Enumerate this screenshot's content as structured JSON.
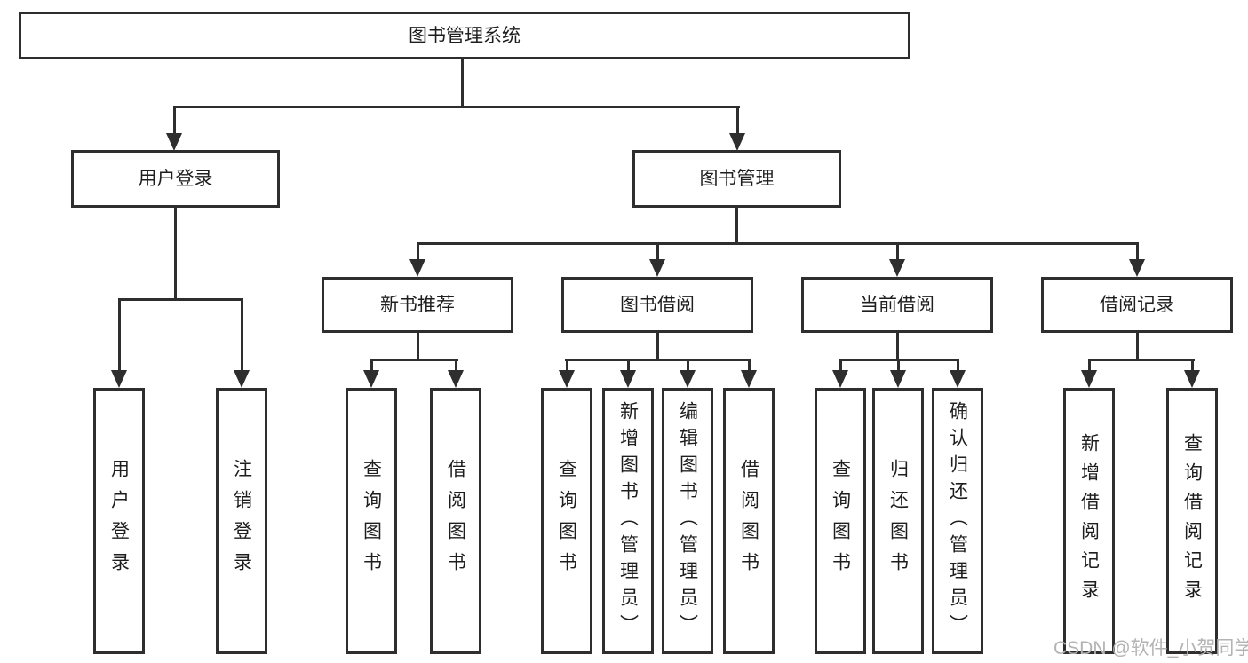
{
  "diagram": {
    "root": {
      "label": "图书管理系统"
    },
    "level2": [
      {
        "label": "用户登录"
      },
      {
        "label": "图书管理"
      }
    ],
    "level3": [
      {
        "label": "新书推荐"
      },
      {
        "label": "图书借阅"
      },
      {
        "label": "当前借阅"
      },
      {
        "label": "借阅记录"
      }
    ],
    "leaves": {
      "login": [
        {
          "label": "用户登录"
        },
        {
          "label": "注销登录"
        }
      ],
      "recommend": [
        {
          "label": "查询图书"
        },
        {
          "label": "借阅图书"
        }
      ],
      "borrow": [
        {
          "label": "查询图书"
        },
        {
          "label": "新增图书（管理员）"
        },
        {
          "label": "编辑图书（管理员）"
        },
        {
          "label": "借阅图书"
        }
      ],
      "current": [
        {
          "label": "查询图书"
        },
        {
          "label": "归还图书"
        },
        {
          "label": "确认归还（管理员）"
        }
      ],
      "records": [
        {
          "label": "新增借阅记录"
        },
        {
          "label": "查询借阅记录"
        }
      ]
    },
    "watermark": "CSDN @软件_小贺同学",
    "colors": {
      "line": "#2e2e2e",
      "text": "#1e1e1e",
      "background": "#ffffff",
      "watermark": "#b3b3b3"
    }
  }
}
